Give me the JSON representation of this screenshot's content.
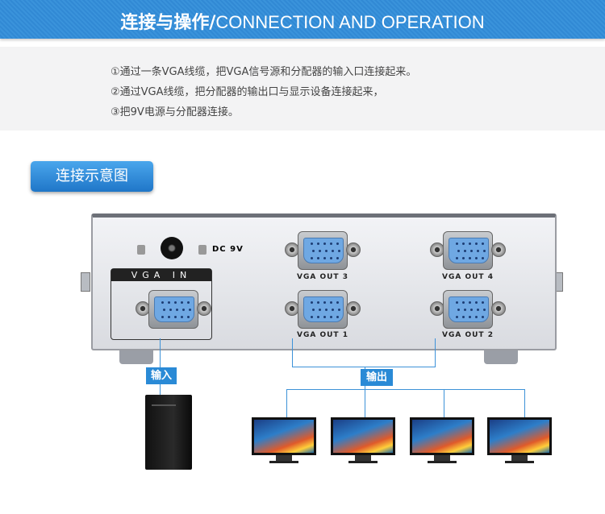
{
  "header": {
    "title_cn": "连接与操作/",
    "title_en": "CONNECTION AND OPERATION"
  },
  "steps": [
    "①通过一条VGA线缆，把VGA信号源和分配器的输入口连接起来。",
    "②通过VGA线缆，把分配器的输出口与显示设备连接起来，",
    "③把9V电源与分配器连接。"
  ],
  "diagram_button": "连接示意图",
  "device": {
    "power_label": "DC 9V",
    "input_label": "VGA IN",
    "outputs": [
      "VGA OUT 3",
      "VGA OUT 4",
      "VGA OUT 1",
      "VGA OUT 2"
    ]
  },
  "badges": {
    "input": "输入",
    "output": "输出"
  },
  "colors": {
    "accent": "#2a8ad6",
    "header": "#3189d4"
  }
}
